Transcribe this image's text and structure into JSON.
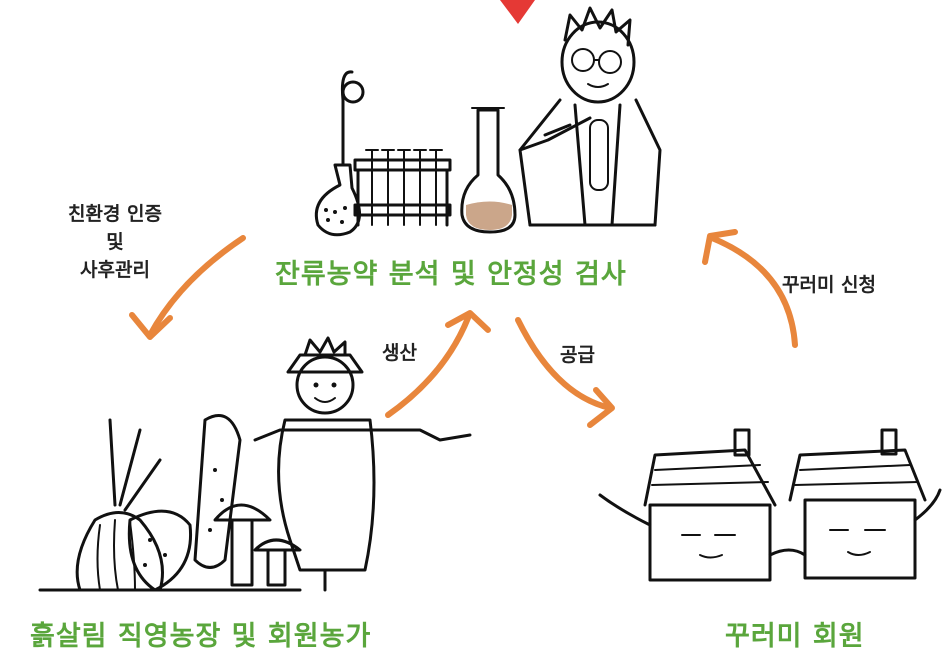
{
  "nodes": {
    "lab": "잔류농약 분석 및 안정성 검사",
    "farm": "흙살림 직영농장 및 회원농가",
    "members": "꾸러미 회원"
  },
  "edges": {
    "certification_line1": "친환경 인증",
    "certification_line2": "및",
    "certification_line3": "사후관리",
    "production": "생산",
    "supply": "공급",
    "apply": "꾸러미 신청"
  },
  "colors": {
    "node_label": "#5aa63c",
    "arrow": "#e8863c",
    "marker": "#e53935"
  }
}
